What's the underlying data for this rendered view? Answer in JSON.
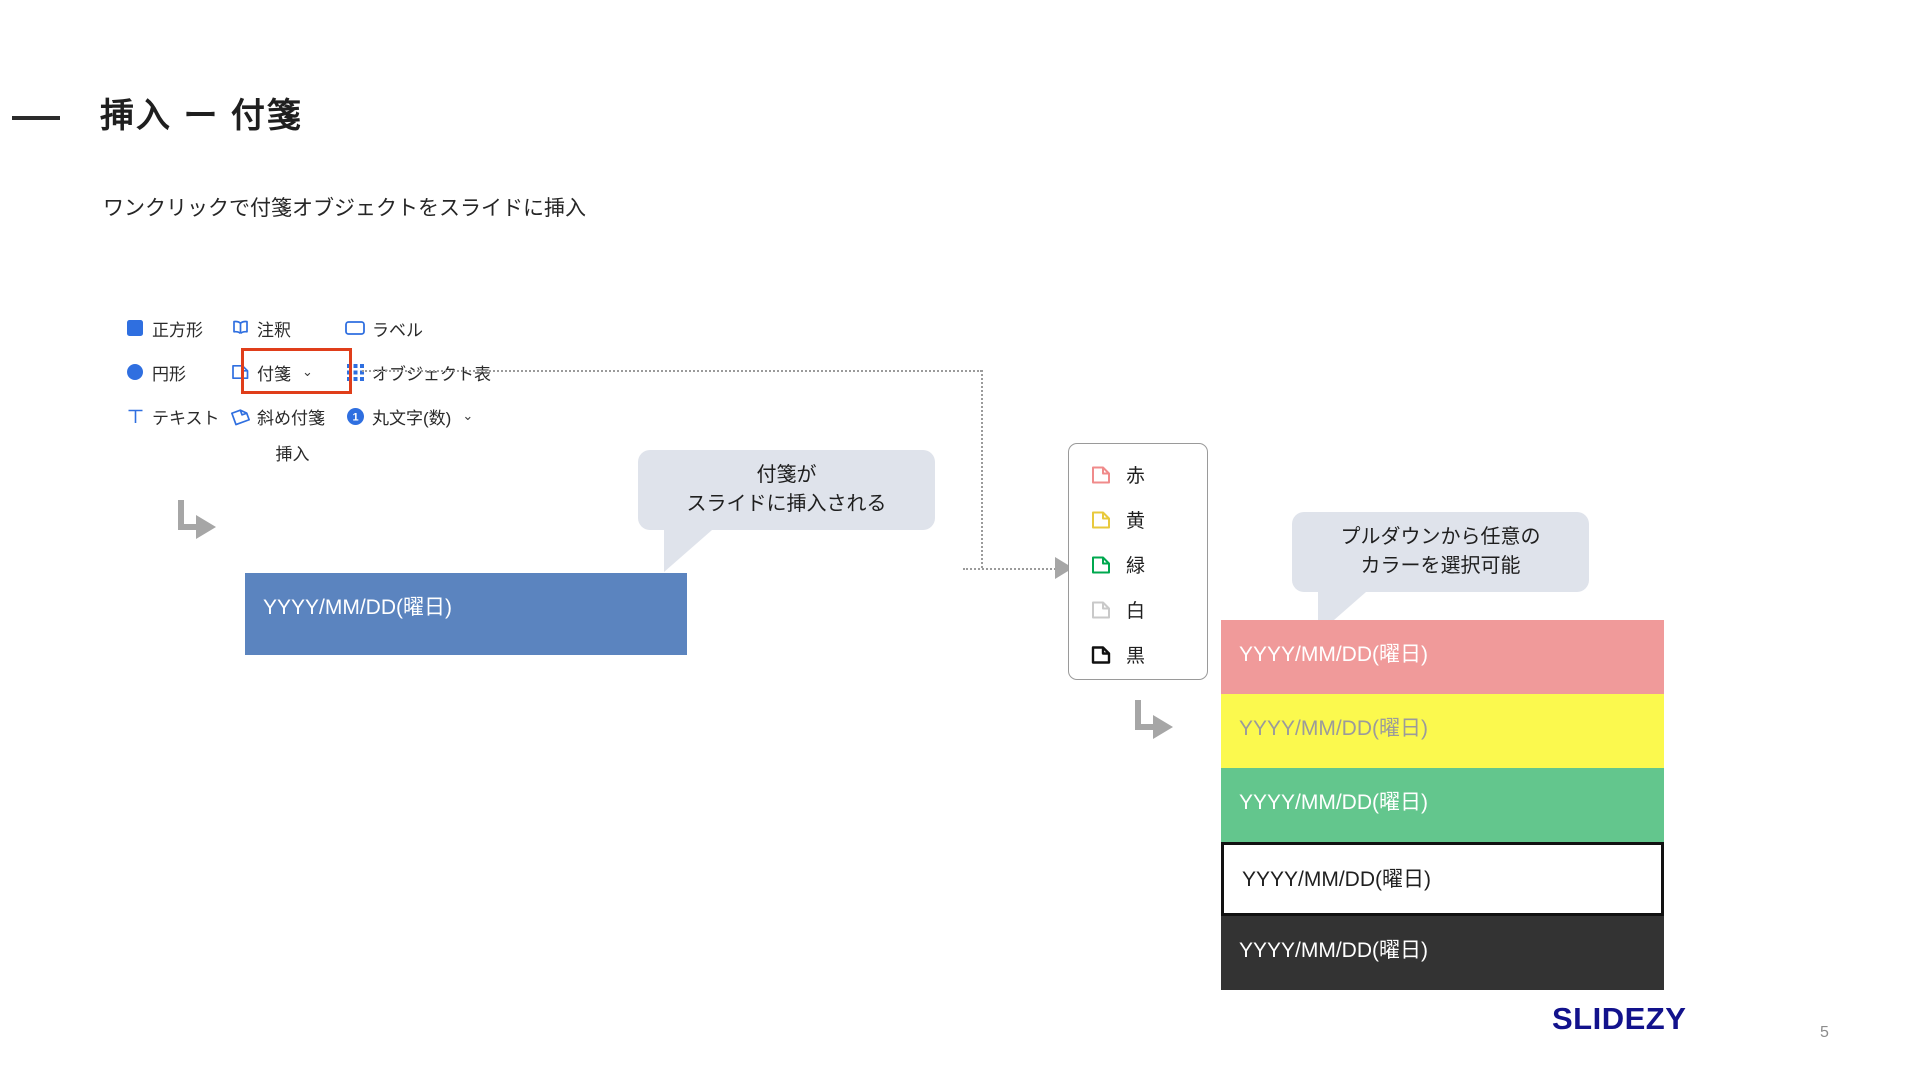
{
  "slide": {
    "title": "挿入 ー 付箋",
    "subtitle": "ワンクリックで付箋オブジェクトをスライドに挿入",
    "page_number": "5",
    "logo": "SLIDEZY",
    "accent_color": "#12128c",
    "highlight_color": "#e03e1a"
  },
  "toolbar": {
    "caption": "挿入",
    "rows": [
      {
        "items": [
          {
            "label": "正方形",
            "icon": "filled-square-icon"
          },
          {
            "label": "注釈",
            "icon": "book-icon"
          },
          {
            "label": "ラベル",
            "icon": "rounded-rect-icon"
          }
        ]
      },
      {
        "items": [
          {
            "label": "円形",
            "icon": "filled-circle-icon"
          },
          {
            "label": "付箋",
            "icon": "sticky-note-icon",
            "highlighted": true,
            "has_chevron": true
          },
          {
            "label": "オブジェクト表",
            "icon": "grid-dots-icon"
          }
        ]
      },
      {
        "items": [
          {
            "label": "テキスト",
            "icon": "text-t-icon"
          },
          {
            "label": "斜め付箋",
            "icon": "tilted-sticky-note-icon"
          },
          {
            "label": "丸文字(数)",
            "icon": "numbered-circle-icon",
            "icon_text": "1",
            "has_chevron": true
          }
        ]
      }
    ]
  },
  "callouts": [
    {
      "lines": [
        "付箋が",
        "スライドに挿入される"
      ]
    },
    {
      "lines": [
        "プルダウンから任意の",
        "カラーを選択可能"
      ]
    }
  ],
  "inserted_note": {
    "text": "YYYY/MM/DD(曜日)",
    "bg": "#5b84bf",
    "fg": "#ffffff"
  },
  "color_dropdown": {
    "options": [
      {
        "label": "赤",
        "swatch": "#f08b8b"
      },
      {
        "label": "黄",
        "swatch": "#e8c93c"
      },
      {
        "label": "緑",
        "swatch": "#00a84f"
      },
      {
        "label": "白",
        "swatch": "#c9c9c9"
      },
      {
        "label": "黒",
        "swatch": "#111111"
      }
    ]
  },
  "color_notes": [
    {
      "label": "赤",
      "text": "YYYY/MM/DD(曜日)",
      "bg": "#f09a9a",
      "fg": "#ffffff",
      "border": "none"
    },
    {
      "label": "黄",
      "text": "YYYY/MM/DD(曜日)",
      "bg": "#fbf94e",
      "fg": "#9b9b9b",
      "border": "none"
    },
    {
      "label": "緑",
      "text": "YYYY/MM/DD(曜日)",
      "bg": "#63c68d",
      "fg": "#ffffff",
      "border": "none"
    },
    {
      "label": "白",
      "text": "YYYY/MM/DD(曜日)",
      "bg": "#ffffff",
      "fg": "#1f1f1f",
      "border": "#111111"
    },
    {
      "label": "黒",
      "text": "YYYY/MM/DD(曜日)",
      "bg": "#333333",
      "fg": "#ffffff",
      "border": "none"
    }
  ]
}
